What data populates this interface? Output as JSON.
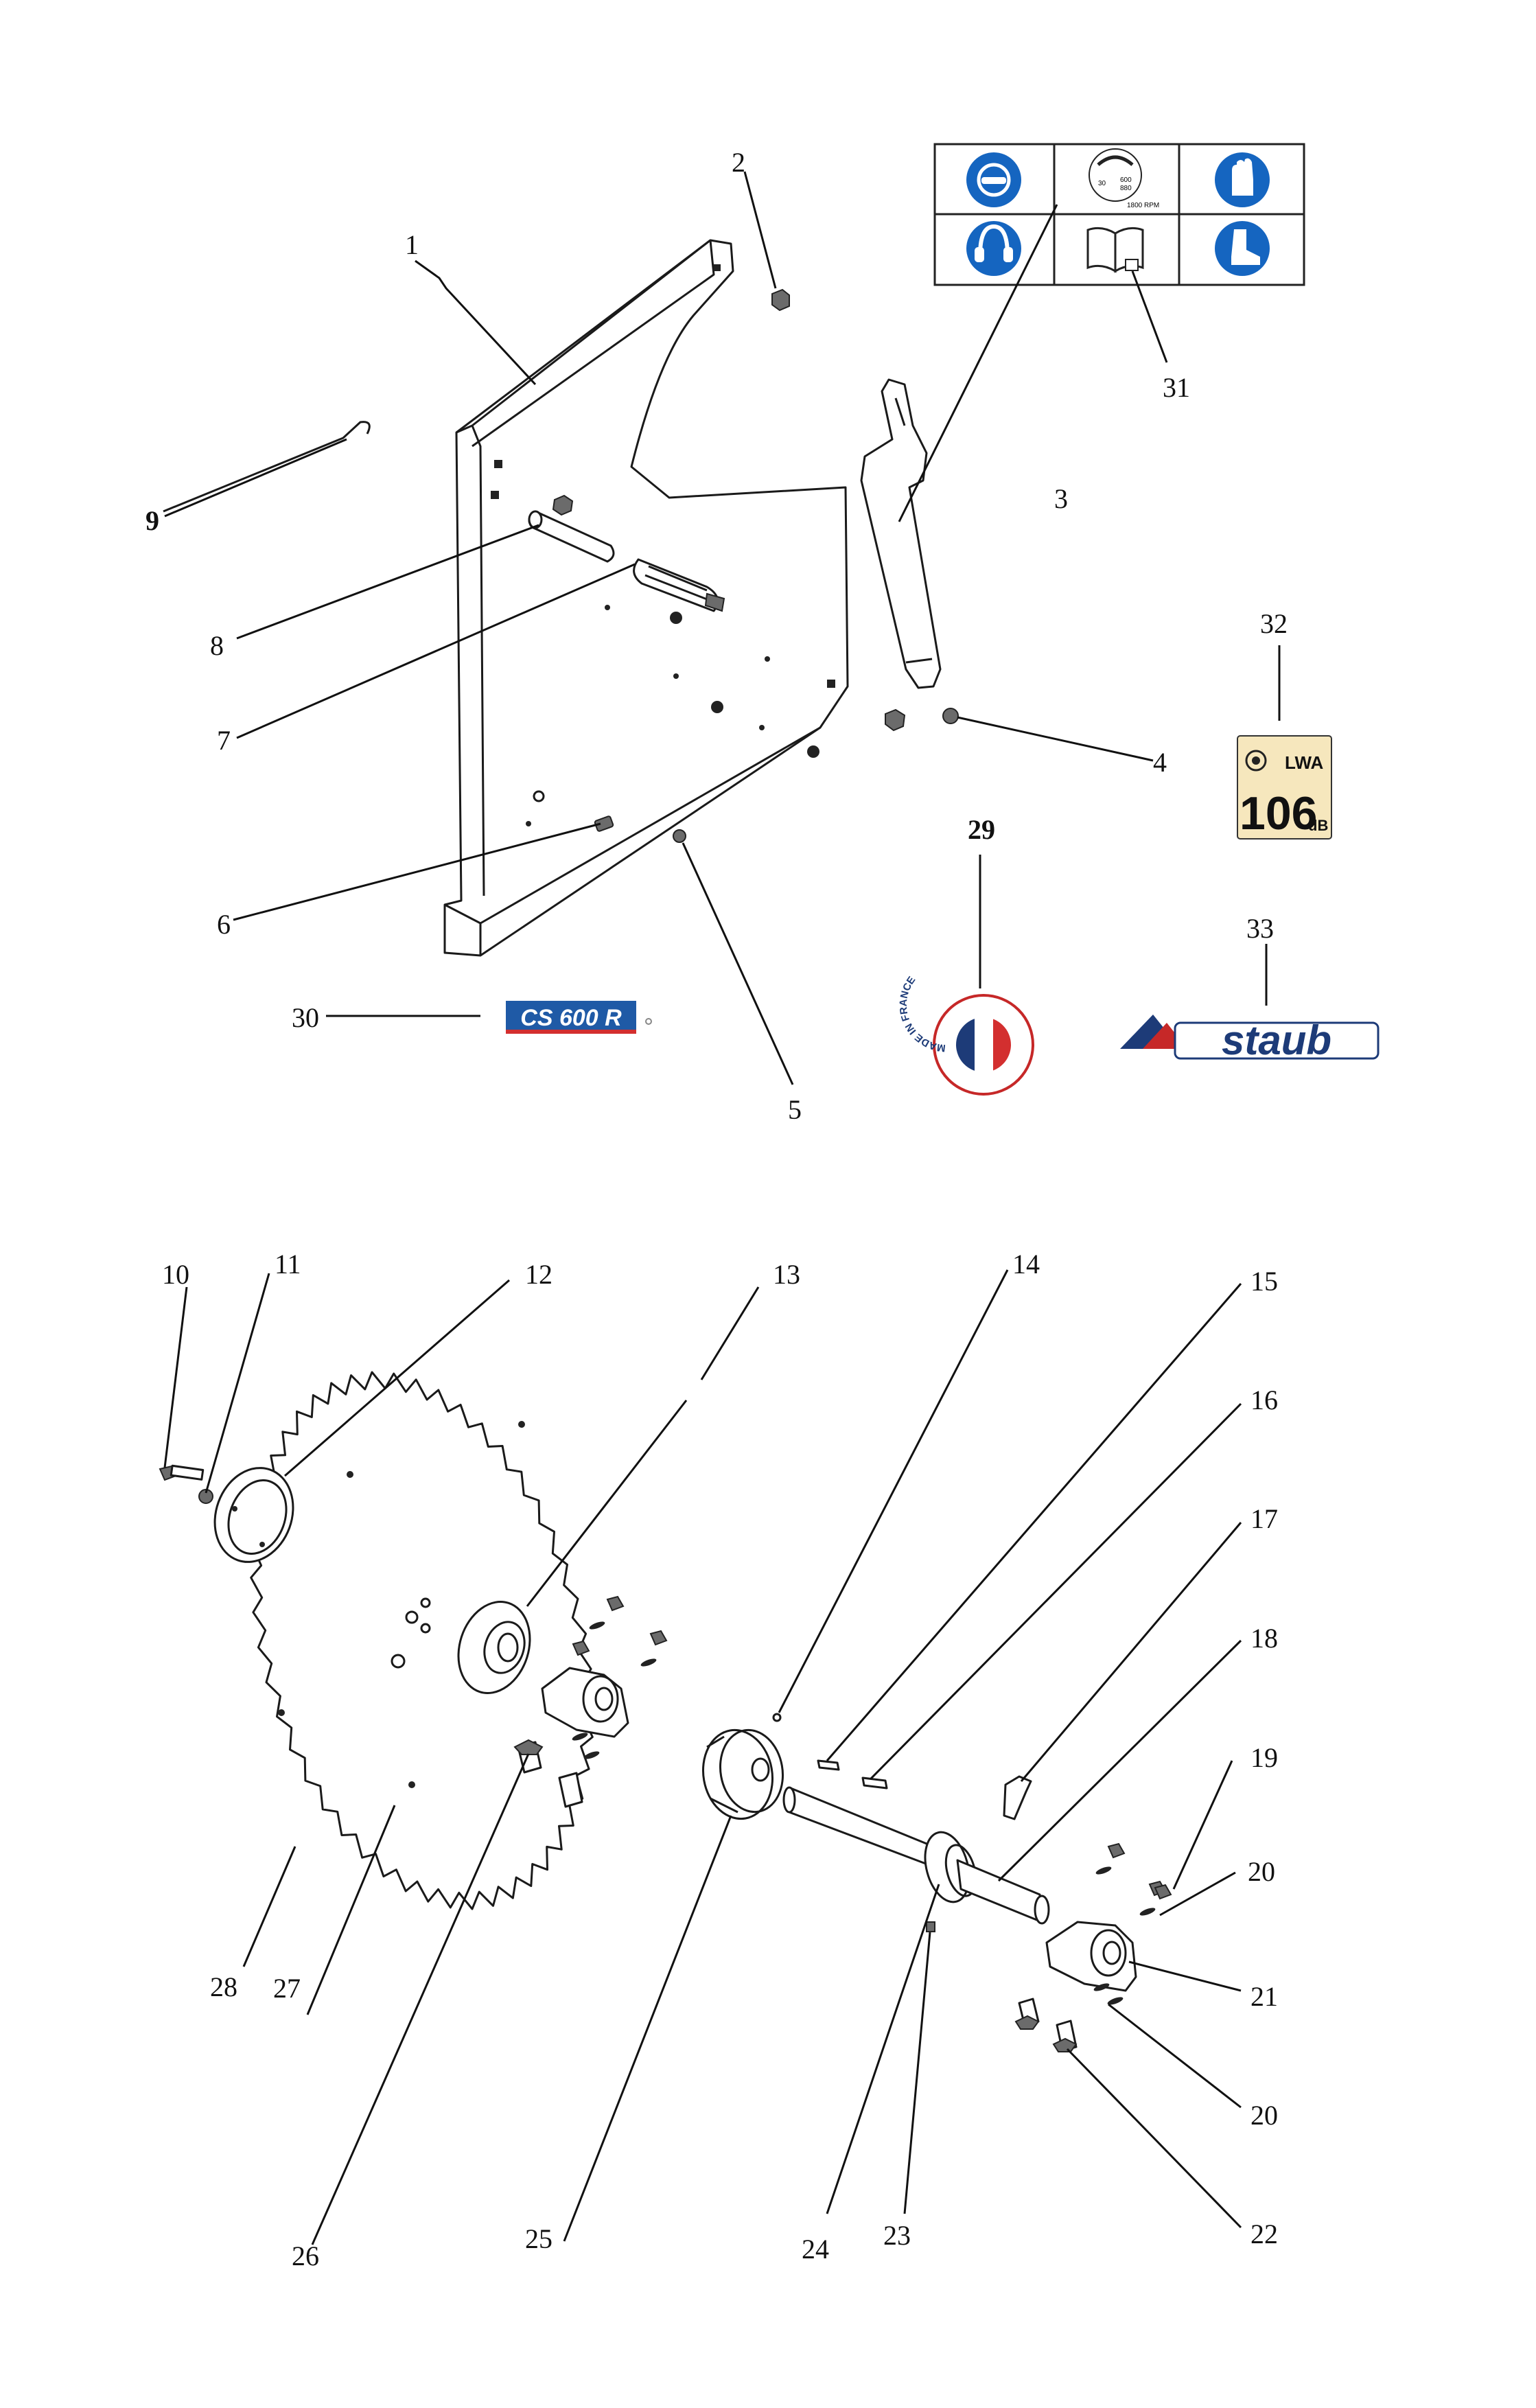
{
  "callouts": [
    "1",
    "2",
    "3",
    "4",
    "5",
    "6",
    "7",
    "8",
    "9",
    "10",
    "11",
    "12",
    "13",
    "14",
    "15",
    "16",
    "17",
    "18",
    "19",
    "20",
    "20",
    "21",
    "22",
    "23",
    "24",
    "25",
    "26",
    "27",
    "28",
    "29",
    "30",
    "31",
    "32",
    "33"
  ],
  "safety_panel": {
    "speed_small": "30",
    "speed_a": "600",
    "speed_b": "880",
    "rpm": "1800 RPM"
  },
  "model_badge": {
    "text": "CS 600 R"
  },
  "sound_label": {
    "unit": "LWA",
    "value": "106",
    "db": "dB"
  },
  "made_in_france": {
    "ring_text": "MADE IN FRANCE"
  },
  "brand_logo": {
    "text": "staub"
  },
  "colors": {
    "safety_blue": "#1565c0",
    "badge_blue": "#1f5aa6",
    "badge_red": "#d32f2f",
    "sound_bg": "#f6e7bd",
    "staub_navy": "#1d3b78",
    "staub_red": "#c62828"
  },
  "icons": [
    "face-shield-icon",
    "blade-rpm-icon",
    "gloves-icon",
    "ear-protection-icon",
    "manual-book-icon",
    "safety-boot-icon",
    "sound-power-icon"
  ]
}
